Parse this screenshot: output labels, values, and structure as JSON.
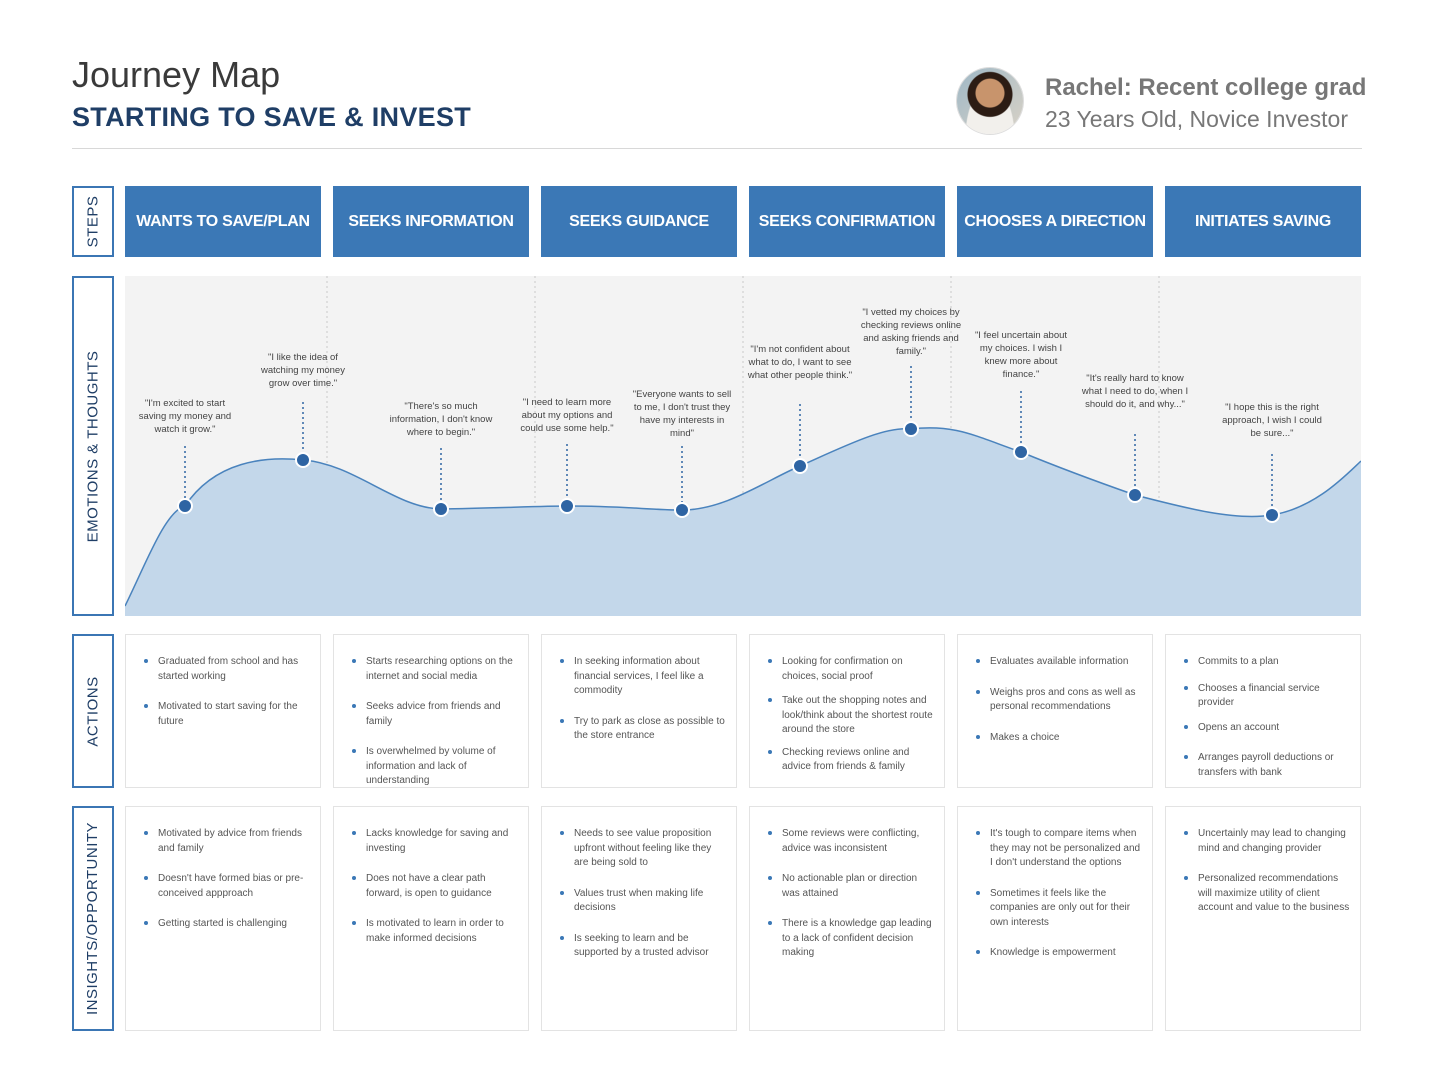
{
  "header": {
    "title": "Journey Map",
    "subtitle": "STARTING TO SAVE & INVEST"
  },
  "persona": {
    "name": "Rachel: Recent college grad",
    "description": "23 Years Old, Novice Investor"
  },
  "row_labels": {
    "steps": "STEPS",
    "emotions": "EMOTIONS & THOUGHTS",
    "actions": "ACTIONS",
    "insights": "INSIGHTS/OPPORTUNITY"
  },
  "steps": [
    "WANTS TO SAVE/PLAN",
    "SEEKS INFORMATION",
    "SEEKS GUIDANCE",
    "SEEKS CONFIRMATION",
    "CHOOSES A DIRECTION",
    "INITIATES SAVING"
  ],
  "quotes": [
    "\"I'm excited to start saving my money and watch it grow.\"",
    "\"I like the idea of watching my money grow over time.\"",
    "\"There's so much information, I don't know where to begin.\"",
    "\"I need to learn more about my options and could use some help.\"",
    "\"Everyone wants to sell to me, I don't trust they have my interests in mind\"",
    "\"I'm not confident about what to do, I want to see what other people think.\"",
    "\"I vetted my choices by checking reviews online and asking friends and family.\"",
    "\"I feel uncertain about my choices. I wish I knew more about finance.\"",
    "\"It's really hard to know what I need to do, when I should do it, and why...\"",
    "\"I hope this is the right approach, I wish I could be sure...\""
  ],
  "emotion_colors": {
    "area": "#c3d7ea",
    "line": "#4a83bd",
    "marker": "#2e64a3"
  },
  "actions": [
    [
      "Graduated from school and has started working",
      "Motivated to start saving for the future"
    ],
    [
      "Starts researching options on the internet and social media",
      "Seeks advice from friends and family",
      "Is overwhelmed by volume of information and lack of understanding"
    ],
    [
      "In seeking information about financial services, I feel like a commodity",
      "Try to park as close as possible to the store entrance"
    ],
    [
      "Looking for confirmation on choices, social proof",
      "Take out the shopping notes and look/think about the shortest route around the store",
      "Checking reviews online and advice from friends & family"
    ],
    [
      "Evaluates available information",
      "Weighs pros and cons as well as personal recommendations",
      "Makes a choice"
    ],
    [
      "Commits to a plan",
      "Chooses a financial service provider",
      "Opens an account",
      "Arranges payroll deductions or transfers with bank"
    ]
  ],
  "insights": [
    [
      "Motivated by advice from friends and family",
      "Doesn't have formed bias or pre-conceived appproach",
      "Getting started is challenging"
    ],
    [
      "Lacks knowledge for saving and investing",
      "Does not have a clear path forward, is open to guidance",
      "Is motivated to learn in order to make informed decisions"
    ],
    [
      "Needs to see value proposition upfront without feeling like they are being sold to",
      "Values trust when making life decisions",
      "Is seeking to learn and be supported by a trusted advisor"
    ],
    [
      "Some reviews were conflicting, advice was inconsistent",
      "No actionable plan or direction was attained",
      "There is a knowledge gap leading to a lack of confident decision making"
    ],
    [
      "It's tough to compare items when they may not be personalized and I don't understand the options",
      "Sometimes it feels like the companies are only out for their own interests",
      "Knowledge is empowerment"
    ],
    [
      "Uncertainly may lead to changing mind and changing provider",
      "Personalized recommendations will maximize utility of client account and value to the business"
    ]
  ]
}
